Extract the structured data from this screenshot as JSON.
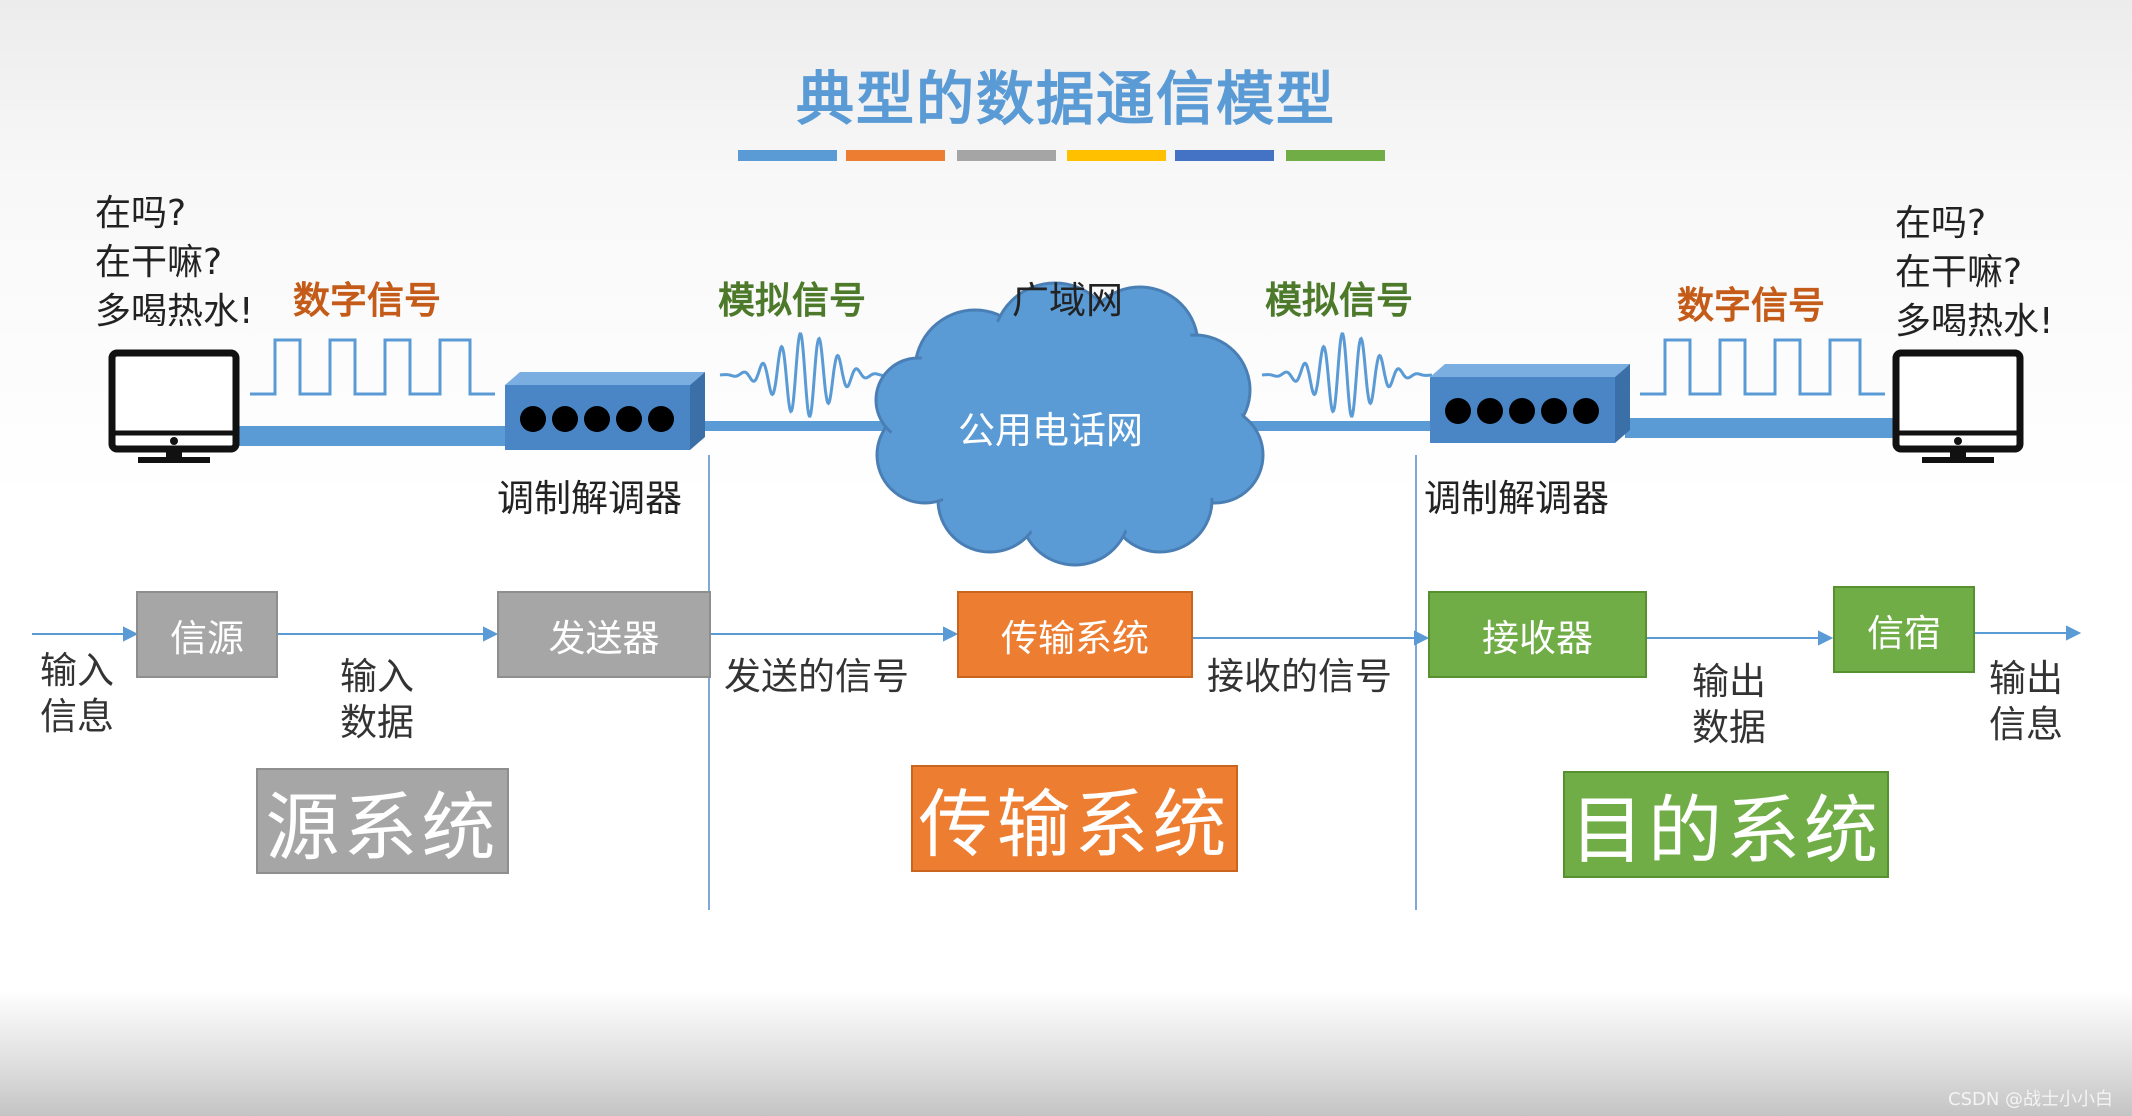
{
  "title": "典型的数据通信模型",
  "title_bar_colors": [
    "#5b9bd5",
    "#ed7d31",
    "#a5a5a5",
    "#ffc000",
    "#4472c4",
    "#70ad47"
  ],
  "left_chat": "在吗?\n在干嘛?\n多喝热水!",
  "right_chat": "在吗?\n在干嘛?\n多喝热水!",
  "signals": {
    "digital_left": "数字信号",
    "analog_left": "模拟信号",
    "wan": "广域网",
    "analog_right": "模拟信号",
    "digital_right": "数字信号"
  },
  "cloud_label": "公用电话网",
  "modem_left_label": "调制解调器",
  "modem_right_label": "调制解调器",
  "flow": {
    "input_info": "输入\n信息",
    "source": "信源",
    "input_data": "输入\n数据",
    "transmitter": "发送器",
    "sent_signal": "发送的信号",
    "transmission": "传输系统",
    "received_signal": "接收的信号",
    "receiver": "接收器",
    "output_data": "输出\n数据",
    "destination": "信宿",
    "output_info": "输出\n信息"
  },
  "systems": {
    "source": "源系统",
    "transmission": "传输系统",
    "destination": "目的系统"
  },
  "colors": {
    "title": "#5b9bd5",
    "line_blue": "#5b9bd5",
    "cloud": "#5b9bd5",
    "modem": "#4a86c5",
    "gray_box": "#a6a6a6",
    "orange_box": "#ed7d31",
    "green_box": "#70ad47",
    "digital_signal_text": "#c45b18",
    "analog_signal_text": "#4c7a2a"
  },
  "watermark": "CSDN @战士小小白"
}
